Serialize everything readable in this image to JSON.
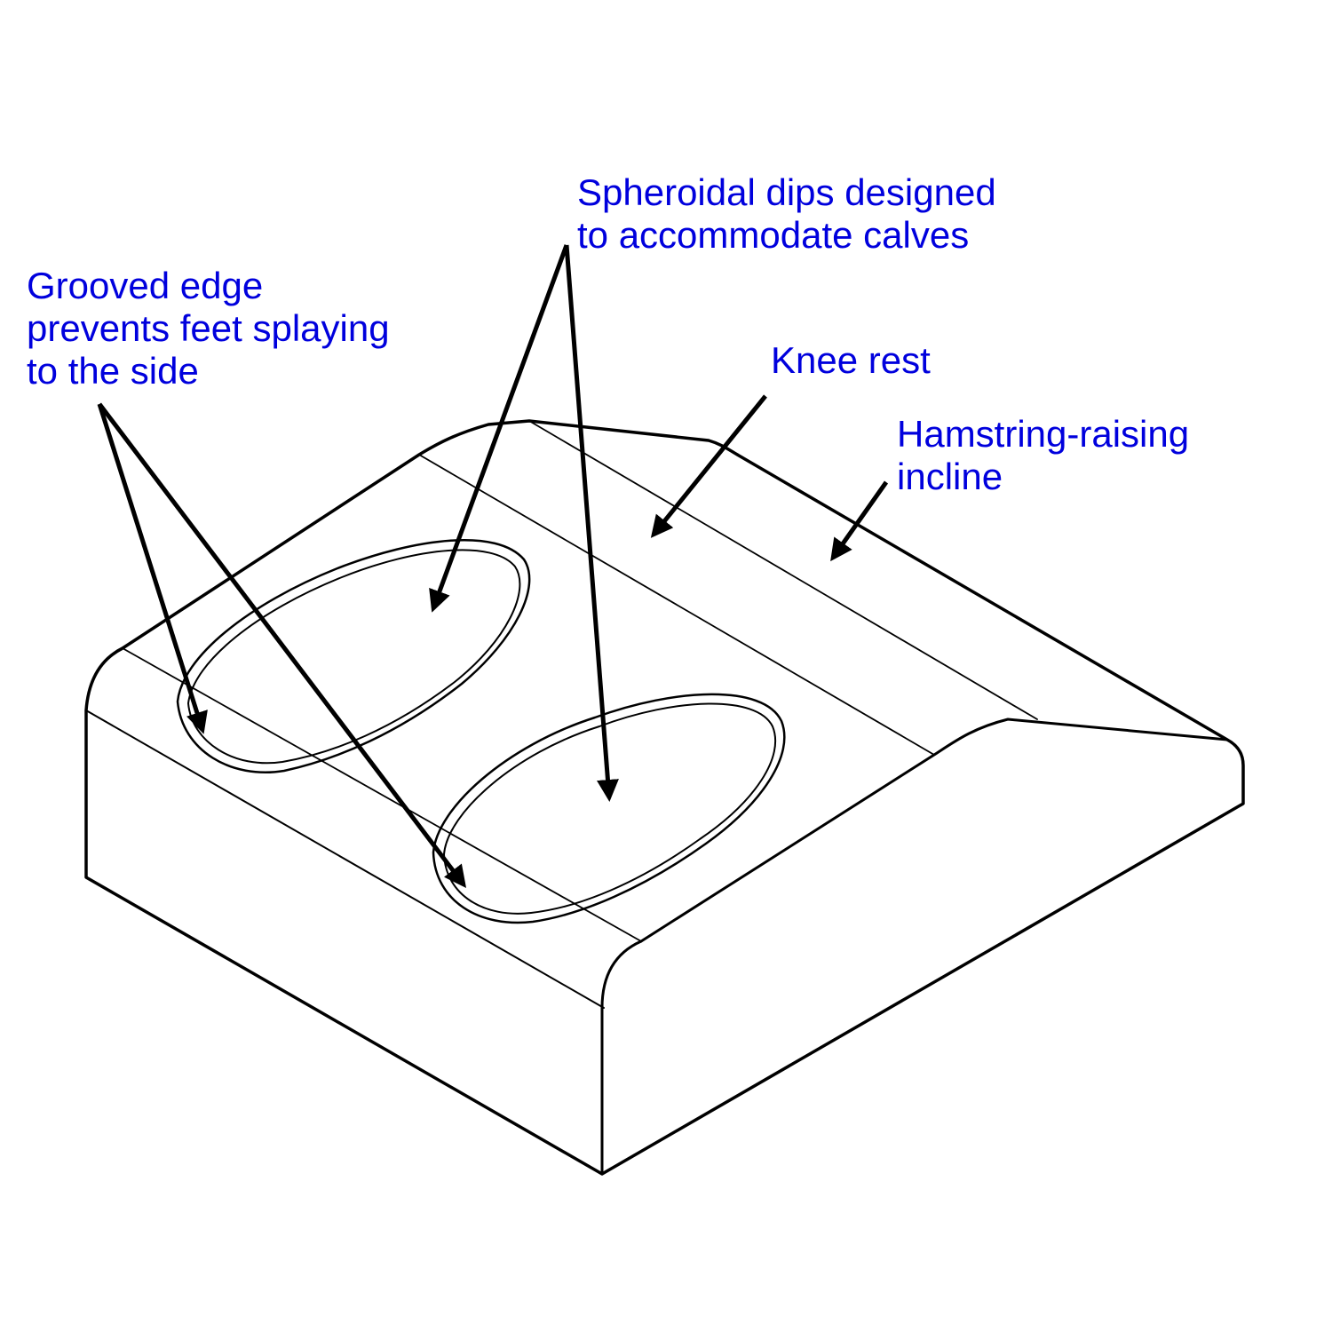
{
  "colors": {
    "label_text": "#0000dd",
    "outline": "#000000",
    "background": "#ffffff"
  },
  "labels": {
    "grooved_edge": {
      "lines": [
        "Grooved edge",
        "prevents feet splaying",
        "to the side"
      ]
    },
    "spheroidal_dips": {
      "lines": [
        "Spheroidal dips designed",
        "to accommodate calves"
      ]
    },
    "knee_rest": {
      "lines": [
        "Knee rest"
      ]
    },
    "hamstring_incline": {
      "lines": [
        "Hamstring-raising",
        "incline"
      ]
    }
  }
}
